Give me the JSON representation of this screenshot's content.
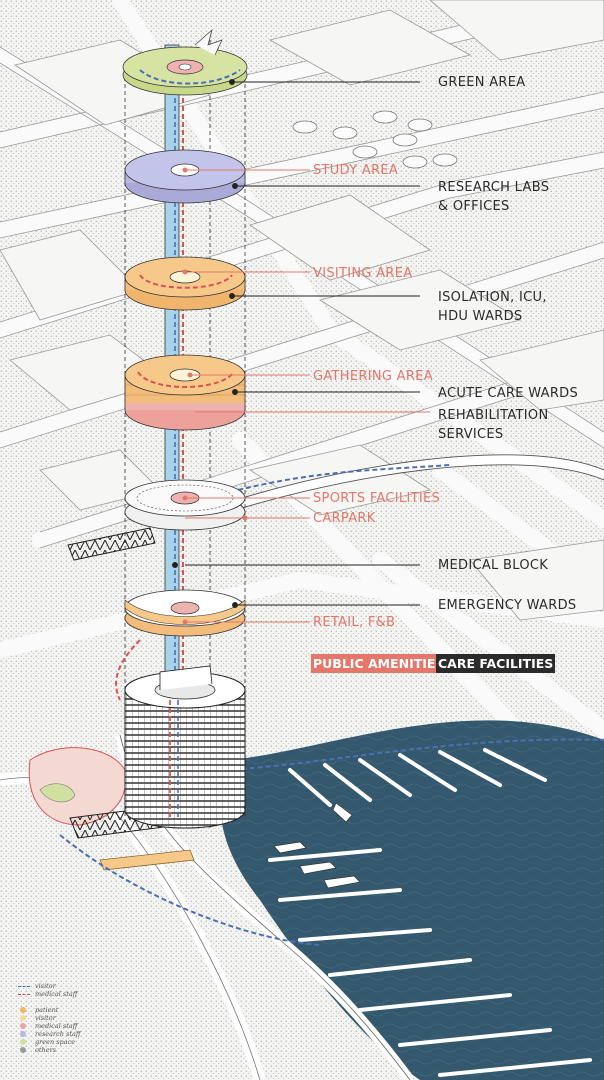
{
  "labels": {
    "green_area": "GREEN AREA",
    "study_area": "STUDY AREA",
    "research_labs": [
      "RESEARCH LABS",
      "& OFFICES"
    ],
    "visiting_area": "VISITING AREA",
    "isolation": [
      "ISOLATION, ICU,",
      "HDU WARDS"
    ],
    "gathering_area": "GATHERING AREA",
    "acute_care": "ACUTE CARE WARDS",
    "rehabilitation": [
      "REHABILITATION",
      "SERVICES"
    ],
    "sports_facilities": "SPORTS FACILITIES",
    "carpark": "CARPARK",
    "medical_block": "MEDICAL BLOCK",
    "emergency_wards": "EMERGENCY WARDS",
    "retail": "RETAIL, F&B"
  },
  "category_tags": {
    "public": "PUBLIC AMENITIES",
    "care": "CARE FACILITIES"
  },
  "legend": {
    "lines": [
      {
        "label": "visitor",
        "color": "#4a6fb5"
      },
      {
        "label": "medical staff",
        "color": "#d9534f"
      }
    ],
    "swatches": [
      {
        "label": "patient",
        "color": "#f2b75e"
      },
      {
        "label": "visitor",
        "color": "#f7d9a0"
      },
      {
        "label": "medical staff",
        "color": "#e9a6a0"
      },
      {
        "label": "research staff",
        "color": "#b9b8e2"
      },
      {
        "label": "green space",
        "color": "#cfe0a0"
      },
      {
        "label": "others",
        "color": "#9a9a9a"
      }
    ]
  },
  "colors": {
    "accent_red": "#e4776a",
    "dark_text": "#2b2b2b",
    "water": "#34596e",
    "core_blue": "#a9d3ea",
    "green_disc": "#d6e3a2",
    "purple_disc": "#c3c4ea",
    "orange_disc": "#f6c98a",
    "pink": "#eeb3b0"
  }
}
